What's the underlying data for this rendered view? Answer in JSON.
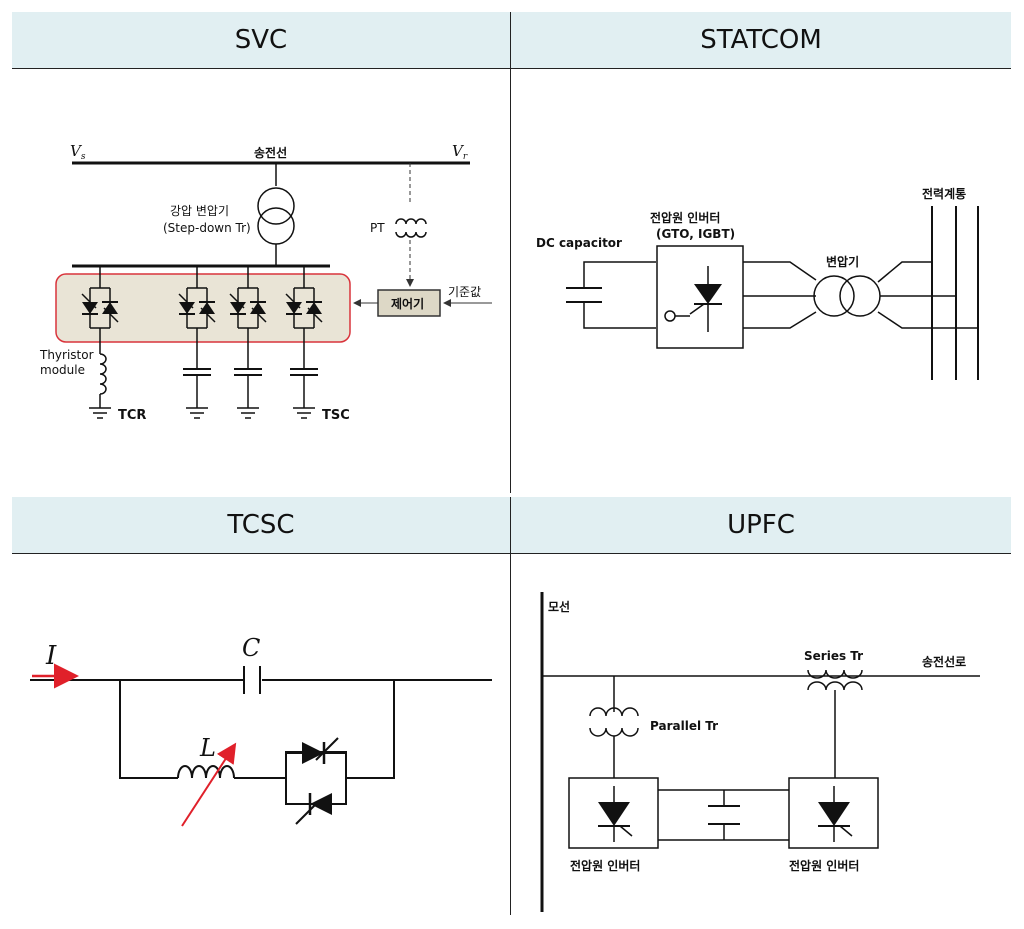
{
  "panels": [
    {
      "title": "SVC"
    },
    {
      "title": "STATCOM"
    },
    {
      "title": "TCSC"
    },
    {
      "title": "UPFC"
    }
  ],
  "svc": {
    "vs": "V",
    "vs_sub": "s",
    "vr": "V",
    "vr_sub": "r",
    "line": "송전선",
    "transformer_line1": "강압 변압기",
    "transformer_line2": "(Step-down Tr)",
    "pt": "PT",
    "controller": "제어기",
    "reference": "기준값",
    "thyristor_line1": "Thyristor",
    "thyristor_line2": "module",
    "tcr": "TCR",
    "tsc": "TSC"
  },
  "statcom": {
    "dc_capacitor": "DC capacitor",
    "inverter_line1": "전압원 인버터",
    "inverter_line2": "(GTO, IGBT)",
    "transformer": "변압기",
    "grid": "전력계통"
  },
  "tcsc": {
    "current": "I",
    "capacitor": "C",
    "inductor": "L"
  },
  "upfc": {
    "bus": "모선",
    "series_tr": "Series Tr",
    "line": "송전선로",
    "parallel_tr": "Parallel Tr",
    "inverter_left": "전압원 인버터",
    "inverter_right": "전압원 인버터"
  },
  "colors": {
    "header_bg": "#e1eff2",
    "svc_module_fill": "#e9e4d6",
    "svc_module_border": "#d9343c",
    "controller_fill": "#ddd8c6",
    "arrow_red": "#e0202a"
  }
}
